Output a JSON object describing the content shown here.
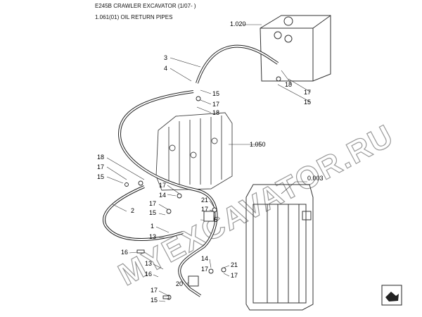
{
  "header": {
    "title": "E245B CRAWLER EXCAVATOR (1/07- )",
    "subtitle": "1.061(01) OIL RETURN PIPES"
  },
  "watermark": "MYEXCAVATOR.RU",
  "callouts": [
    {
      "id": "c1020",
      "text": "1.020"
    },
    {
      "id": "c3",
      "text": "3"
    },
    {
      "id": "c4",
      "text": "4"
    },
    {
      "id": "c15a",
      "text": "15"
    },
    {
      "id": "c17a",
      "text": "17"
    },
    {
      "id": "c18a",
      "text": "18"
    },
    {
      "id": "c18b",
      "text": "18"
    },
    {
      "id": "c17b",
      "text": "17"
    },
    {
      "id": "c15b",
      "text": "15"
    },
    {
      "id": "c1050",
      "text": "1.050"
    },
    {
      "id": "c18c",
      "text": "18"
    },
    {
      "id": "c17c",
      "text": "17"
    },
    {
      "id": "c15c",
      "text": "15"
    },
    {
      "id": "c0003",
      "text": "0.003"
    },
    {
      "id": "c2",
      "text": "2"
    },
    {
      "id": "c17d",
      "text": "17"
    },
    {
      "id": "c14a",
      "text": "14"
    },
    {
      "id": "c21a",
      "text": "21"
    },
    {
      "id": "c17e",
      "text": "17"
    },
    {
      "id": "c17f",
      "text": "17"
    },
    {
      "id": "c15d",
      "text": "15"
    },
    {
      "id": "c5",
      "text": "5"
    },
    {
      "id": "c1",
      "text": "1"
    },
    {
      "id": "c13a",
      "text": "13"
    },
    {
      "id": "c16a",
      "text": "16"
    },
    {
      "id": "c13b",
      "text": "13"
    },
    {
      "id": "c16b",
      "text": "16"
    },
    {
      "id": "c14b",
      "text": "14"
    },
    {
      "id": "c17g",
      "text": "17"
    },
    {
      "id": "c21b",
      "text": "21"
    },
    {
      "id": "c17h",
      "text": "17"
    },
    {
      "id": "c20",
      "text": "20"
    },
    {
      "id": "c17i",
      "text": "17"
    },
    {
      "id": "c15e",
      "text": "15"
    }
  ]
}
